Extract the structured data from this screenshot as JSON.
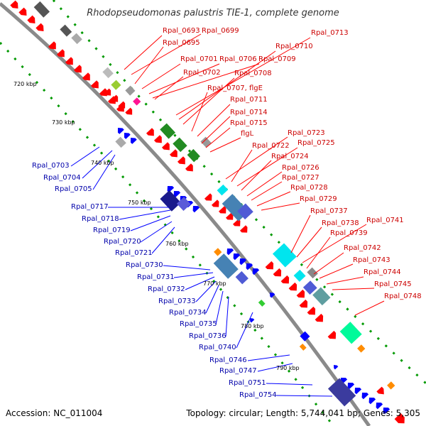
{
  "title": "Rhodopseudomonas palustris TIE-1, complete genome",
  "footer": {
    "accession": "Accession: NC_011004",
    "topology": "Topology: circular; Length: 5,744,041 bp; Genes: 5,305"
  },
  "colors": {
    "forward": "#ff0000",
    "reverse": "#0000ff",
    "backbone": "#808080",
    "tick": "#008000",
    "green_block": "#228b22",
    "cyan_block": "#00e5ee",
    "slate_block": "#4f5bd5",
    "orange_block": "#ff8c00",
    "gray_block": "#a0a0a0"
  },
  "scale_marks": [
    "720 kbp",
    "730 kbp",
    "740 kbp",
    "750 kbp",
    "760 kbp",
    "770 kbp",
    "780 kbp",
    "790 kbp"
  ],
  "forward_labels": [
    "Rpal_0693",
    "Rpal_0699",
    "Rpal_0695",
    "Rpal_0701",
    "Rpal_0706",
    "Rpal_0709",
    "Rpal_0713",
    "Rpal_0710",
    "Rpal_0702",
    "Rpal_0708",
    "Rpal_0707, flgE",
    "Rpal_0711",
    "Rpal_0714",
    "Rpal_0715",
    "flgL",
    "Rpal_0723",
    "Rpal_0722",
    "Rpal_0725",
    "Rpal_0724",
    "Rpal_0726",
    "Rpal_0727",
    "Rpal_0728",
    "Rpal_0729",
    "Rpal_0737",
    "Rpal_0738",
    "Rpal_0741",
    "Rpal_0739",
    "Rpal_0742",
    "Rpal_0743",
    "Rpal_0744",
    "Rpal_0745",
    "Rpal_0748"
  ],
  "reverse_labels": [
    "Rpal_0703",
    "Rpal_0704",
    "Rpal_0705",
    "Rpal_0717",
    "Rpal_0718",
    "Rpal_0719",
    "Rpal_0720",
    "Rpal_0721",
    "Rpal_0730",
    "Rpal_0731",
    "Rpal_0732",
    "Rpal_0733",
    "Rpal_0734",
    "Rpal_0735",
    "Rpal_0736",
    "Rpal_0740",
    "Rpal_0746",
    "Rpal_0747",
    "Rpal_0751",
    "Rpal_0754"
  ]
}
